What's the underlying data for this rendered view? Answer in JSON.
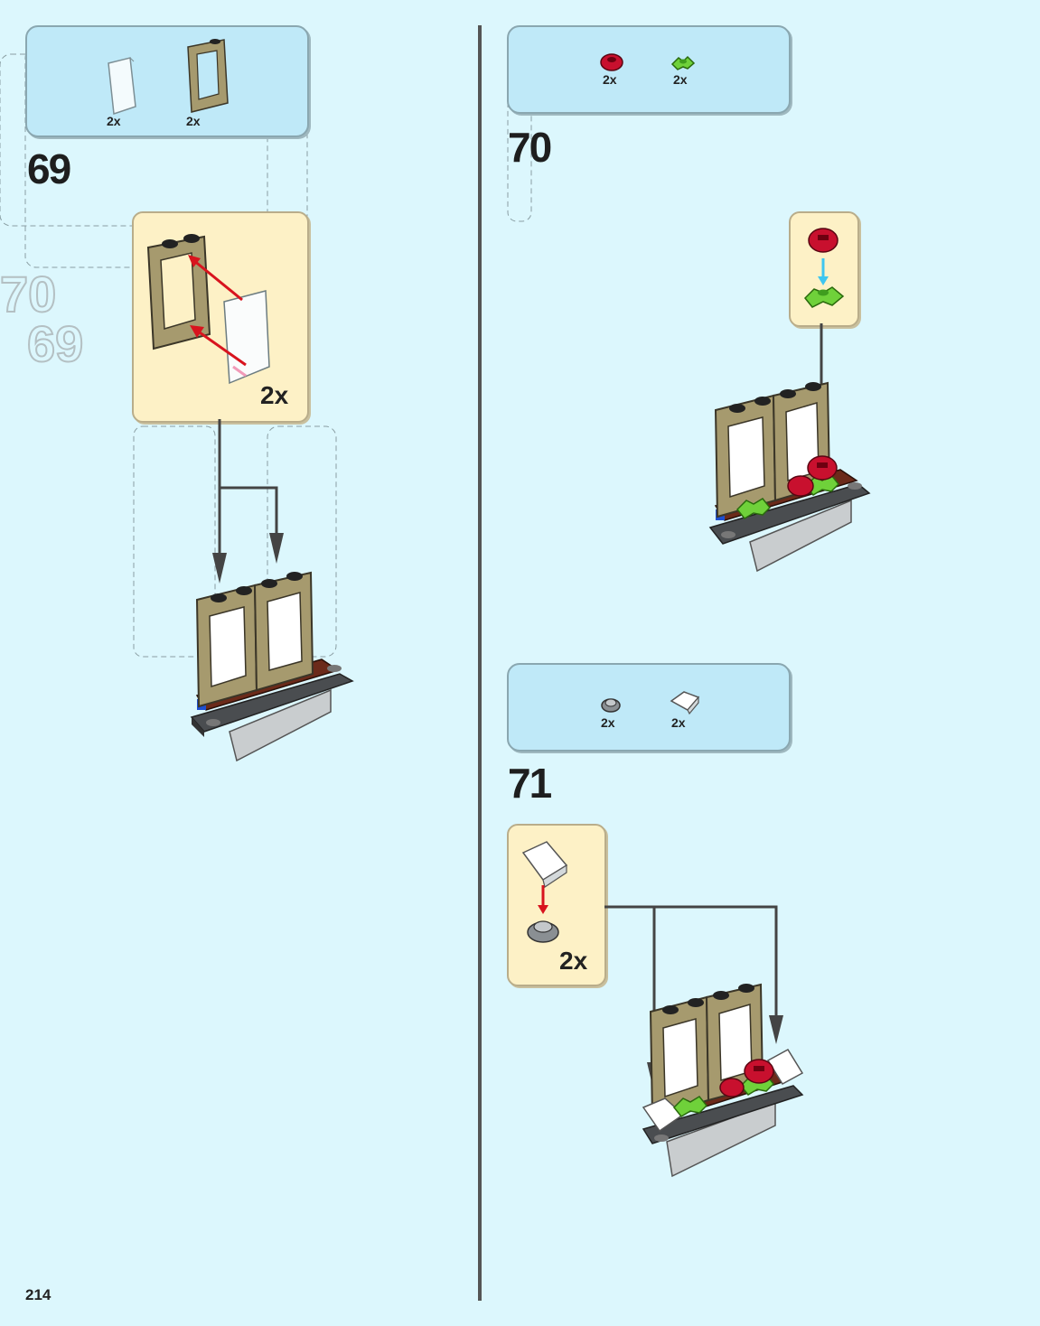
{
  "page": {
    "number": "214"
  },
  "steps": [
    {
      "number": "69",
      "parts": [
        {
          "qty": "2x",
          "icon": "transparent-glass-pane-icon"
        },
        {
          "qty": "2x",
          "icon": "tan-window-frame-icon"
        }
      ],
      "subassembly": {
        "qty": "2x"
      }
    },
    {
      "number": "70",
      "parts": [
        {
          "qty": "2x",
          "icon": "red-flower-icon"
        },
        {
          "qty": "2x",
          "icon": "green-plant-leaf-icon"
        }
      ]
    },
    {
      "number": "71",
      "parts": [
        {
          "qty": "2x",
          "icon": "gray-round-plate-icon"
        },
        {
          "qty": "2x",
          "icon": "white-slope-tile-icon"
        }
      ],
      "subassembly": {
        "qty": "2x"
      }
    }
  ],
  "colors": {
    "page_bg": "#dcf7fd",
    "parts_box": "#bfe9f8",
    "subassembly_box": "#fdf1c6",
    "tan": "#a69a6e",
    "red": "#c8102e",
    "green": "#6fd13a",
    "arrow_red": "#d8141e",
    "arrow_cyan": "#3ec6f0"
  }
}
